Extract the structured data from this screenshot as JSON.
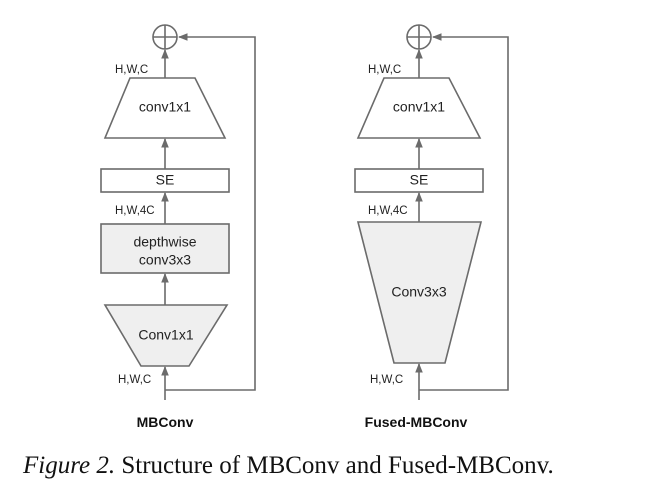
{
  "diagrams": {
    "mbconv": {
      "title": "MBConv",
      "blocks": {
        "top": "conv1x1",
        "se": "SE",
        "middle_line1": "depthwise",
        "middle_line2": "conv3x3",
        "bottom": "Conv1x1"
      },
      "dims": {
        "output": "H,W,C",
        "expanded": "H,W,4C",
        "input": "H,W,C"
      },
      "add_symbol": "⊕"
    },
    "fused_mbconv": {
      "title": "Fused-MBConv",
      "blocks": {
        "top": "conv1x1",
        "se": "SE",
        "bottom": "Conv3x3"
      },
      "dims": {
        "output": "H,W,C",
        "expanded": "H,W,4C",
        "input": "H,W,C"
      },
      "add_symbol": "⊕"
    }
  },
  "caption": {
    "label": "Figure 2.",
    "text": " Structure of MBConv and Fused-MBConv."
  },
  "colors": {
    "stroke": "#6b6b6b",
    "gray_fill": "#efefef"
  }
}
